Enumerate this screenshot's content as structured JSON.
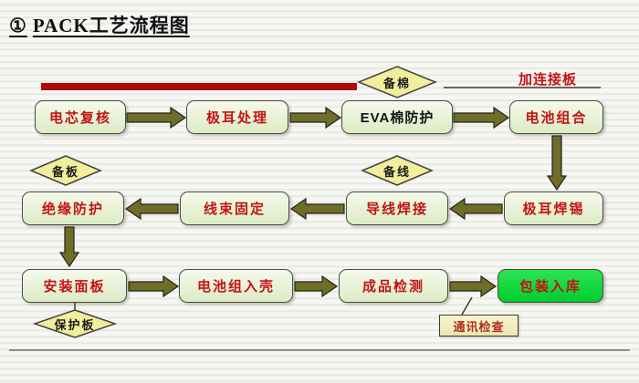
{
  "title": {
    "bullet": "①",
    "text": "PACK工艺流程图"
  },
  "nodes": {
    "cell_recheck": "电芯复核",
    "tab_handling": "极耳处理",
    "eva_foam": "EVA棉防护",
    "battery_assembly": "电池组合",
    "insulation": "绝缘防护",
    "harness_fixing": "线束固定",
    "wire_soldering": "导线焊接",
    "tab_soldering": "极耳焊锡",
    "panel_install": "安装面板",
    "pack_into_case": "电池组入壳",
    "final_inspection": "成品检测",
    "packing_storage": "包装入库"
  },
  "diamonds": {
    "foam_prep": "备棉",
    "board_prep": "备板",
    "wire_prep": "备线",
    "protection_board": "保护板"
  },
  "callouts": {
    "add_connector": "加连接板",
    "comm_check": "通讯检查"
  },
  "colors": {
    "node_fill": "#e7f1d6",
    "node_text": "#c21414",
    "diamond_fill": "#f1ee9e",
    "accent_bar": "#ad0b0b",
    "arrow_fill": "#6e6e28",
    "final_node_fill": "#00cd2c",
    "background": "#efefec"
  }
}
